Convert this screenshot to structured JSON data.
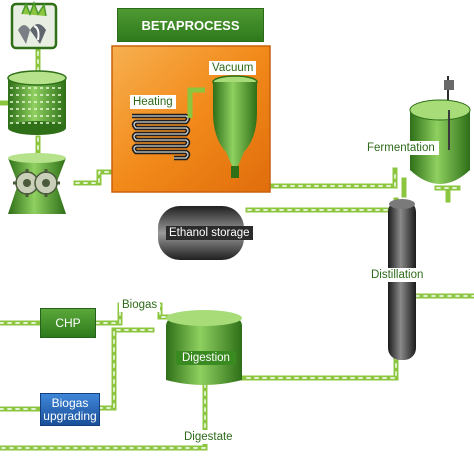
{
  "title": "BETAPROCESS",
  "labels": {
    "vacuum": "Vacuum",
    "heating": "Heating",
    "fermentation": "Fermentation",
    "ethanol_storage": "Ethanol storage",
    "distillation": "Distillation",
    "chp": "CHP",
    "biogas": "Biogas",
    "digestion": "Digestion",
    "biogas_upgrading_line1": "Biogas",
    "biogas_upgrading_line2": "upgrading",
    "digestate": "Digestate"
  },
  "colors": {
    "process_box": "#f28a1a",
    "title_bar": "#3c8a26",
    "pipe": "#8cc63f",
    "chp_box": "#3c8a26",
    "upgrading_box": "#2a6fc4"
  }
}
